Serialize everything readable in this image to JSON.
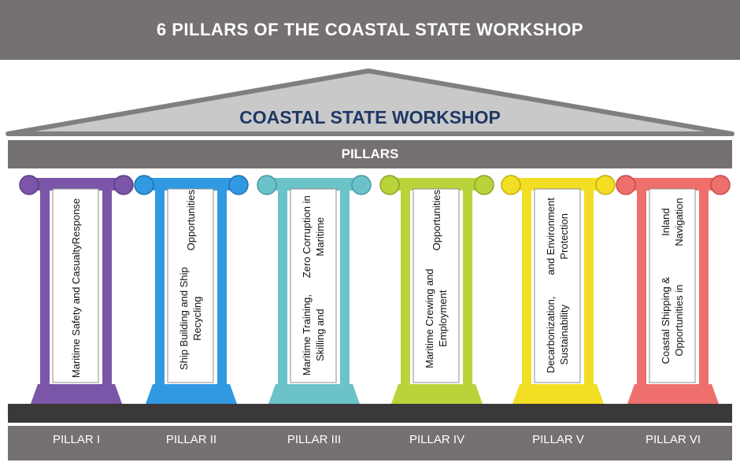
{
  "header": {
    "title": "6 PILLARS OF THE COASTAL STATE WORKSHOP"
  },
  "roof": {
    "label": "COASTAL STATE WORKSHOP"
  },
  "beam": {
    "label": "PILLARS"
  },
  "colors": {
    "banner": "#767171",
    "roof_fill": "#c9c9c9",
    "roof_text": "#1f3864",
    "floor": "#3a3838"
  },
  "pillars": [
    {
      "label": "PILLAR I",
      "text": [
        "Maritime Safety and Casualty",
        "Response"
      ],
      "color": "#7a55a8",
      "accent": "#5e3f86"
    },
    {
      "label": "PILLAR II",
      "text": [
        "Ship Building and Ship Recycling",
        "Opportunities"
      ],
      "color": "#3199e2",
      "accent": "#1f73b0"
    },
    {
      "label": "PILLAR III",
      "text": [
        "Maritime Training, Skilling and",
        "Zero Corruption in Maritime"
      ],
      "color": "#6cc2c9",
      "accent": "#459aa1"
    },
    {
      "label": "PILLAR IV",
      "text": [
        "Maritime Crewing and Employment",
        "Opportunities"
      ],
      "color": "#b8d43a",
      "accent": "#8aa322"
    },
    {
      "label": "PILLAR V",
      "text": [
        "Decarbonization, Sustainability",
        "and Environment Protection"
      ],
      "color": "#f2de23",
      "accent": "#c2ad10"
    },
    {
      "label": "PILLAR VI",
      "text": [
        "Coastal Shipping & Opportunities in",
        "Inland Navigation"
      ],
      "color": "#ee6f6c",
      "accent": "#c44d4a"
    }
  ]
}
